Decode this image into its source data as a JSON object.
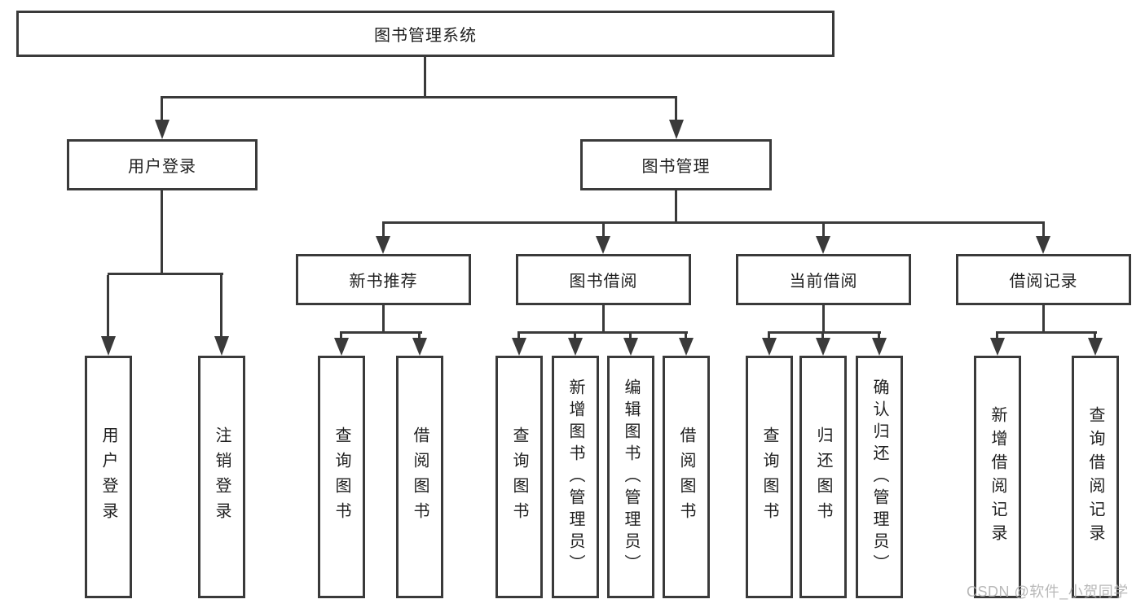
{
  "title": {
    "label": "图书管理系统"
  },
  "branches": [
    {
      "label": "用户登录",
      "children": [
        {
          "label": "用户登录"
        },
        {
          "label": "注销登录"
        }
      ]
    },
    {
      "label": "图书管理",
      "children": [
        {
          "label": "新书推荐",
          "children": [
            {
              "label": "查询图书"
            },
            {
              "label": "借阅图书"
            }
          ]
        },
        {
          "label": "图书借阅",
          "children": [
            {
              "label": "查询图书"
            },
            {
              "label": "新增图书（管理员）"
            },
            {
              "label": "编辑图书（管理员）"
            },
            {
              "label": "借阅图书"
            }
          ]
        },
        {
          "label": "当前借阅",
          "children": [
            {
              "label": "查询图书"
            },
            {
              "label": "归还图书"
            },
            {
              "label": "确认归还（管理员）"
            }
          ]
        },
        {
          "label": "借阅记录",
          "children": [
            {
              "label": "新增借阅记录"
            },
            {
              "label": "查询借阅记录"
            }
          ]
        }
      ]
    }
  ],
  "watermark": {
    "text": "CSDN @软件_小贺同学"
  },
  "colors": {
    "line": "#3a3a3a",
    "text": "#1f1f1f",
    "watermark": "#b3b3b3",
    "background": "#ffffff"
  }
}
